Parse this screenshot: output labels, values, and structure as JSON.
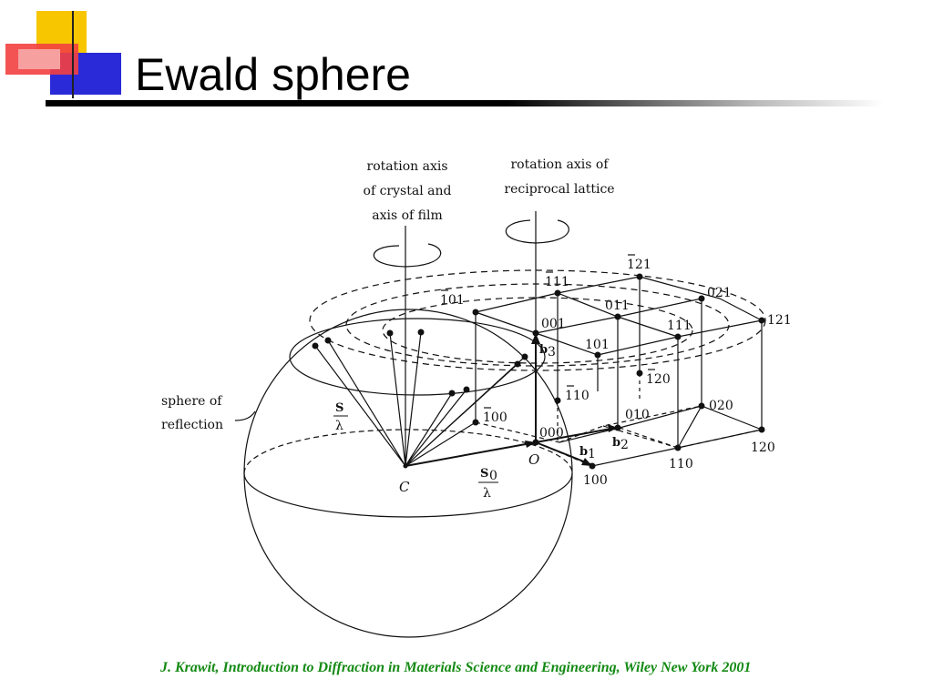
{
  "slide": {
    "title": "Ewald sphere",
    "citation": "J. Krawit, Introduction to Diffraction in Materials Science and Engineering, Wiley New York 2001"
  },
  "colors": {
    "logo_yellow": "#f7c600",
    "logo_red": "#f24040",
    "logo_blue": "#2a2ad8",
    "citation_green": "#138a13"
  },
  "figure": {
    "labels": {
      "crystal_axis_l1": "rotation axis",
      "crystal_axis_l2": "of crystal and",
      "crystal_axis_l3": "axis of film",
      "recip_axis_l1": "rotation axis of",
      "recip_axis_l2": "reciprocal lattice",
      "sphere_l1": "sphere of",
      "sphere_l2": "reflection",
      "S": "S",
      "S0": "S",
      "S0_sub": "0",
      "lambda": "λ",
      "lambda0": "λ",
      "C": "C",
      "O": "O",
      "b1": "b",
      "b1_sub": "1",
      "b2": "b",
      "b2_sub": "2",
      "b3": "b",
      "b3_sub": "3"
    },
    "points": {
      "p000": "000",
      "p100": "100",
      "p100bar": "100",
      "p110": "110",
      "p110bar": "110",
      "p120": "120",
      "p120bar": "120",
      "p010": "010",
      "p020": "020",
      "p001": "001",
      "p101": "101",
      "p101bar": "101",
      "p011": "011",
      "p111": "111",
      "p111bar": "111",
      "p021": "021",
      "p121": "121",
      "p121bar": "121"
    }
  }
}
